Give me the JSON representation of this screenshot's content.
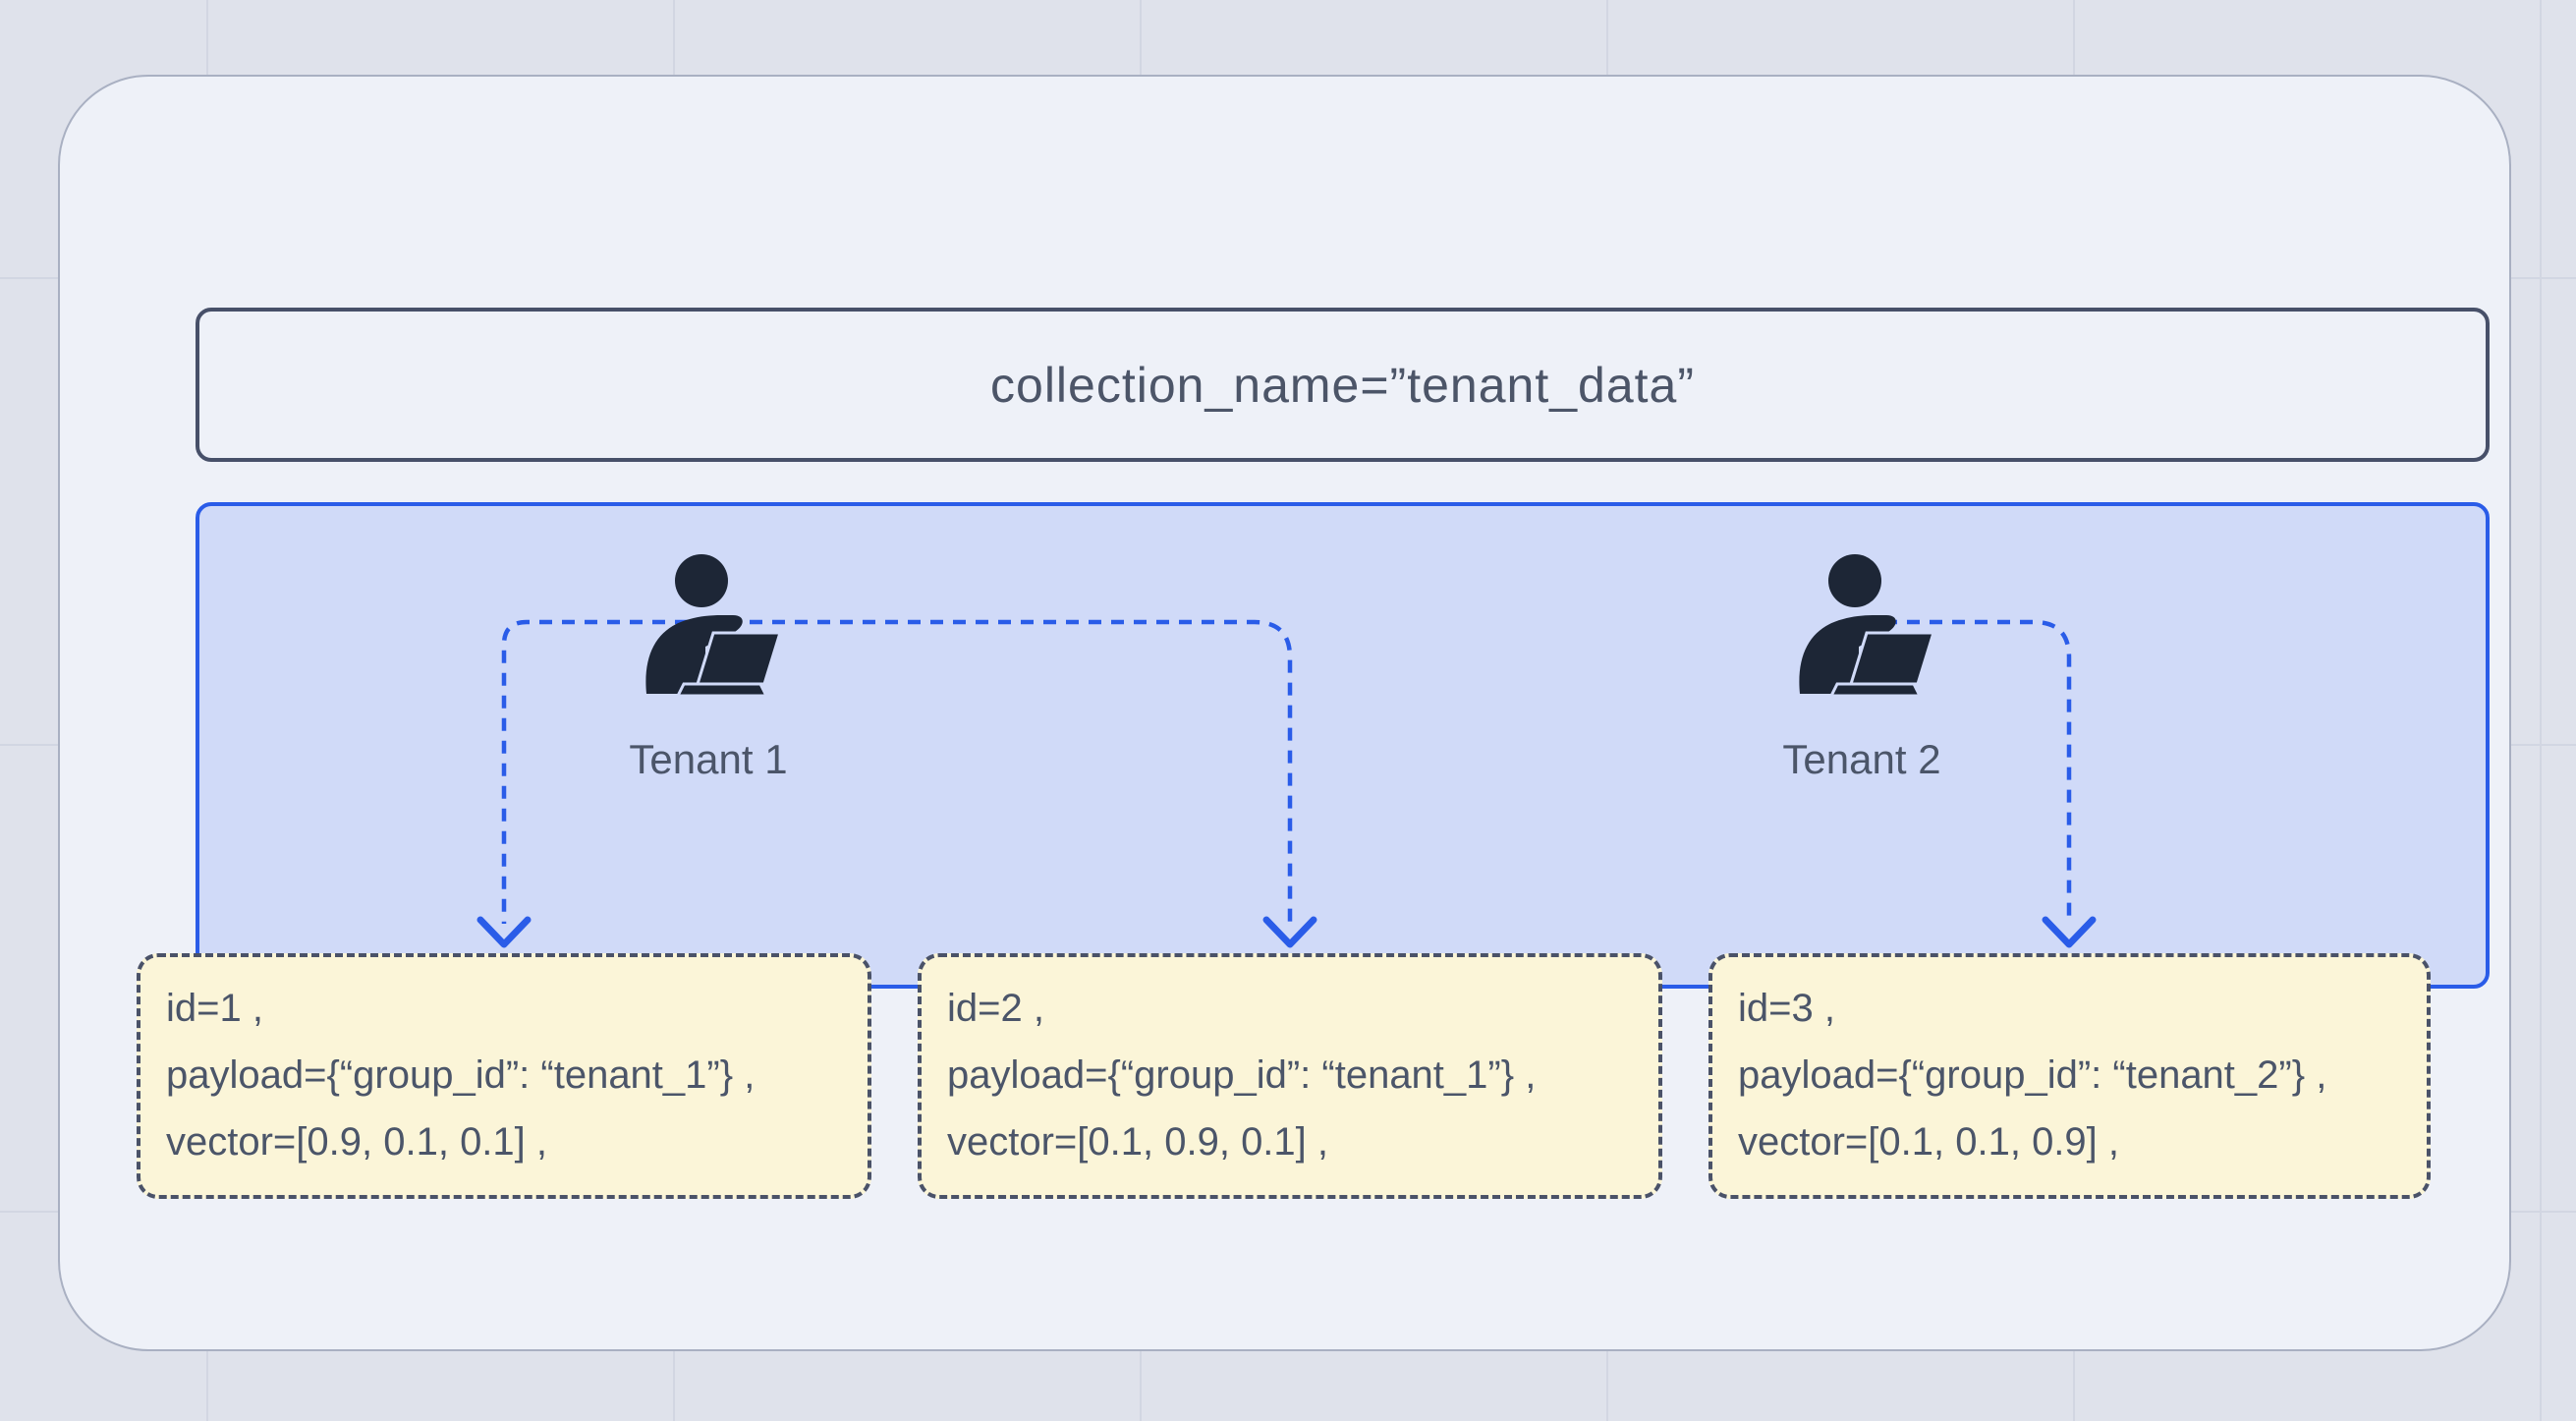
{
  "diagram": {
    "collection_label": "collection_name=”tenant_data”",
    "tenants": [
      {
        "label": "Tenant 1"
      },
      {
        "label": "Tenant 2"
      }
    ],
    "points": [
      {
        "lines": [
          "id=1 ,",
          "payload={“group_id”: “tenant_1”} ,",
          "vector=[0.9, 0.1, 0.1] ,"
        ]
      },
      {
        "lines": [
          "id=2 ,",
          "payload={“group_id”: “tenant_1”} ,",
          "vector=[0.1, 0.9, 0.1] ,"
        ]
      },
      {
        "lines": [
          "id=3 ,",
          "payload={“group_id”: “tenant_2”} ,",
          "vector=[0.1, 0.1, 0.9] ,"
        ]
      }
    ],
    "colors": {
      "page_bg": "#dfe2eb",
      "card_bg": "#eef1f8",
      "accent_blue": "#2a5ce8",
      "panel_blue_bg": "#d0daf8",
      "record_yellow_bg": "#fbf5d8",
      "ink_slate": "#4a5268",
      "icon_navy": "#1d2636"
    }
  }
}
